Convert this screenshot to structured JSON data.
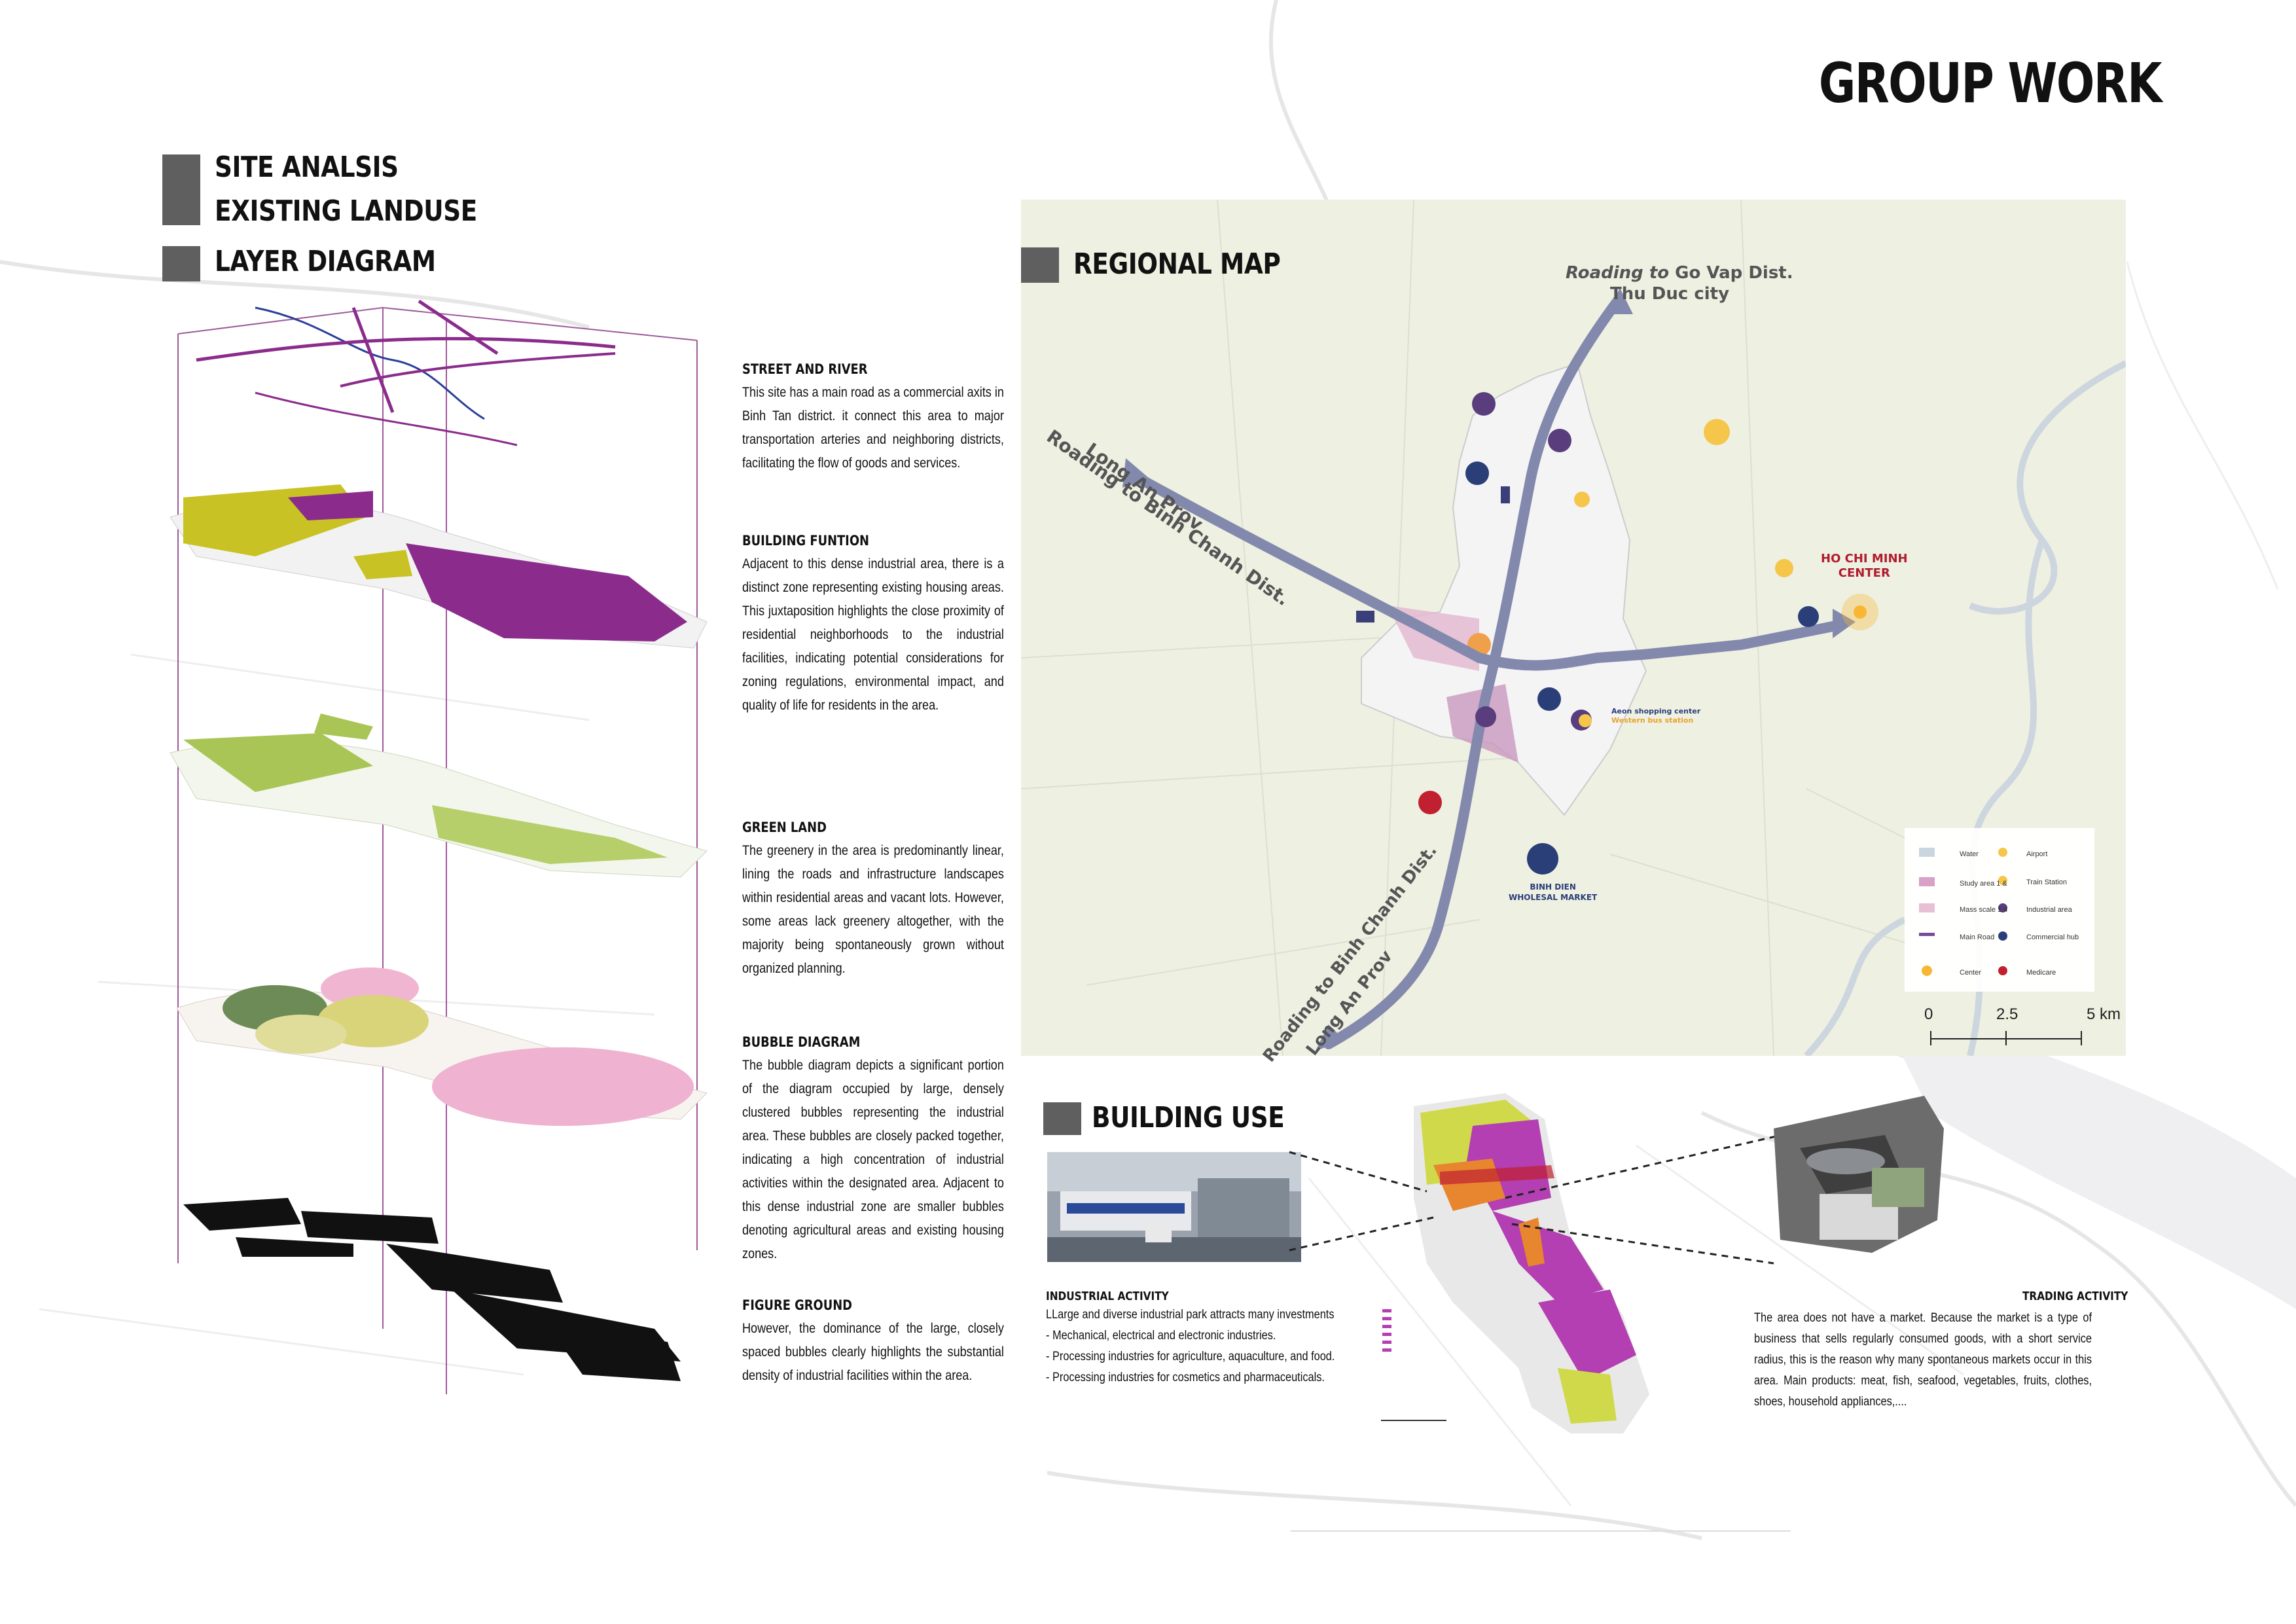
{
  "page": {
    "group_title": "GROUP WORK"
  },
  "left_panel": {
    "headers": {
      "site_analysis": "SITE ANALSIS",
      "existing_landuse": "EXISTING LANDUSE",
      "layer_diagram": "LAYER DIAGRAM"
    },
    "sections": [
      {
        "heading": "STREET AND RIVER",
        "text": "This site has a main road as a commercial axits in Binh Tan district. it connect this area to major transportation arteries and neighboring districts, facilitating the flow of goods and services."
      },
      {
        "heading": "BUILDING FUNTION",
        "text": "Adjacent to this dense industrial area, there is a distinct zone representing existing housing areas. This juxtaposition highlights the close proximity of residential neighborhoods to the industrial facilities, indicating potential considerations for zoning regulations, environmental impact, and quality of life for residents in the area."
      },
      {
        "heading": "GREEN LAND",
        "text": "The greenery in the area is predominantly linear, lining the roads and infrastructure landscapes within residential areas and vacant lots. However, some areas lack greenery altogether, with the majority being spontaneously grown without organized planning."
      },
      {
        "heading": "BUBBLE DIAGRAM",
        "text": "The bubble diagram depicts a significant portion of the diagram occupied by large, densely clustered bubbles representing the industrial area. These bubbles are closely packed together, indicating a high concentration of industrial activities within the designated area. Adjacent to this dense industrial zone are smaller bubbles denoting agricultural areas and existing housing zones."
      },
      {
        "heading": "FIGURE GROUND",
        "text": "However, the dominance of the large, closely spaced bubbles clearly highlights the substantial density of industrial facilities within the area."
      }
    ]
  },
  "regional_map": {
    "header": "REGIONAL MAP",
    "roads": {
      "north_italic": "Roading to ",
      "north_bold": "Go Vap Dist.",
      "north_line2": "Thu Duc city",
      "west_line1": "Roading to Binh Chanh Dist.",
      "west_line2": "Long An Prov",
      "south_line1": "Roading to Binh Chanh Dist.",
      "south_line2": "Long An Prov"
    },
    "center_label_line1": "HO CHI MINH",
    "center_label_line2": "CENTER",
    "market_line1": "BINH DIEN",
    "market_line2": "WHOLESAL MARKET",
    "aeon_line1": "Aeon shopping center",
    "aeon_line2": "Western bus station",
    "legend": [
      {
        "label": "Water",
        "icon": "water-swatch",
        "color": "#c9d6df"
      },
      {
        "label": "Airport",
        "icon": "airport-icon",
        "color": "#f5c64a"
      },
      {
        "label": "Study area 1 &",
        "icon": "hatch-swatch",
        "color": "#c77bb0"
      },
      {
        "label": "Train Station",
        "icon": "train-icon",
        "color": "#f5c64a"
      },
      {
        "label": "Mass scale 1:4",
        "icon": "pink-swatch",
        "color": "#e7c0d6"
      },
      {
        "label": "Industrial area",
        "icon": "factory-icon",
        "color": "#5a3d7c"
      },
      {
        "label": "Main Road",
        "icon": "road-line",
        "color": "#7a4a9a"
      },
      {
        "label": "Commercial hub",
        "icon": "cart-icon",
        "color": "#2a3e78"
      },
      {
        "label": "Center",
        "icon": "sun-icon",
        "color": "#f7b733"
      },
      {
        "label": "Medicare",
        "icon": "hospital-icon",
        "color": "#c0202f"
      }
    ],
    "scale": {
      "zero": "0",
      "mid": "2.5",
      "end": "5 km"
    },
    "colors": {
      "map_bg": "#eef0e2",
      "road": "#8389ad",
      "district": "#f4f4f5"
    }
  },
  "building_use": {
    "header": "BUILDING USE",
    "industrial": {
      "heading": "INDUSTRIAL ACTIVITY",
      "lines": [
        "LLarge and diverse industrial park attracts many investments",
        "- Mechanical, electrical and electronic industries.",
        "- Processing industries for agriculture, aquaculture, and food.",
        "- Processing industries for cosmetics and pharmaceuticals."
      ]
    },
    "trading": {
      "heading": "TRADING ACTIVITY",
      "text": "The area does not have a market. Because the market is a type of business that sells regularly consumed goods, with a short service radius, this is the reason why many spontaneous markets occur in this area. Main products: meat, fish, seafood, vegetables, fruits, clothes, shoes, household appliances,...."
    },
    "colors": {
      "industrial": "#b33fb2",
      "residential": "#cfd94a",
      "commercial": "#e7862f"
    }
  }
}
